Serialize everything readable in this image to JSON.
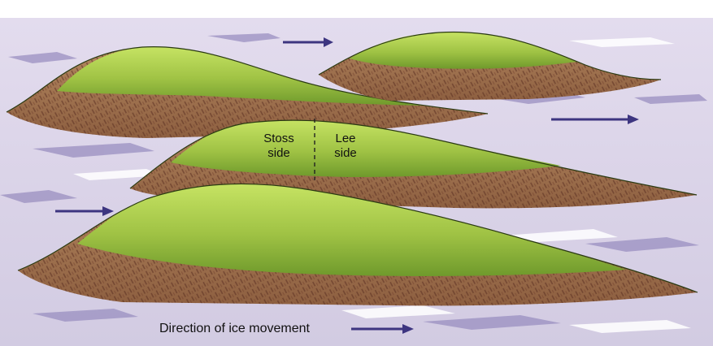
{
  "labels": {
    "stoss_line1": "Stoss",
    "stoss_line2": "side",
    "lee_line1": "Lee",
    "lee_line2": "side",
    "direction": "Direction of ice movement"
  },
  "colors": {
    "ice": "#d9d3e5",
    "ice_streak": "#9a8fc0",
    "grass_light": "#c6e363",
    "grass_dark": "#6f9a2c",
    "soil": "#a97a55",
    "soil_streak": "#5a2f22",
    "arrow": "#3d3580"
  },
  "icons": [
    "drumlin-hill",
    "ice-direction-arrow",
    "divider-dashed-line"
  ]
}
